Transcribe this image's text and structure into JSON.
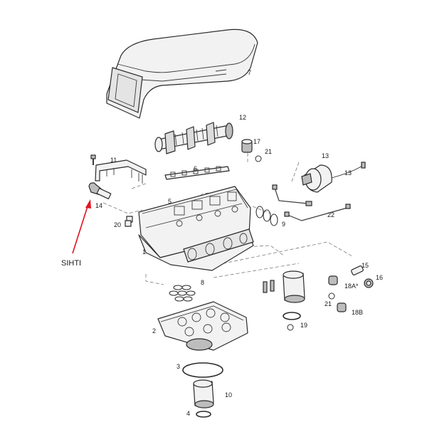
{
  "callouts": {
    "p1": "1",
    "p2": "2",
    "p3": "3",
    "p4": "4",
    "p5": "5",
    "p6": "6",
    "p7": "7",
    "p8": "8",
    "p9": "9",
    "p10": "10",
    "p11": "11",
    "p12": "12",
    "p13a": "13",
    "p13b": "13",
    "p14": "14",
    "p15": "15",
    "p16": "16",
    "p17": "17",
    "p18a": "18A*",
    "p18b": "18B",
    "p19": "19",
    "p20": "20",
    "p21a": "21",
    "p21b": "21",
    "p22": "22"
  },
  "annotation": {
    "sihti": "SIHTI",
    "arrow_color": "#e0141e"
  }
}
